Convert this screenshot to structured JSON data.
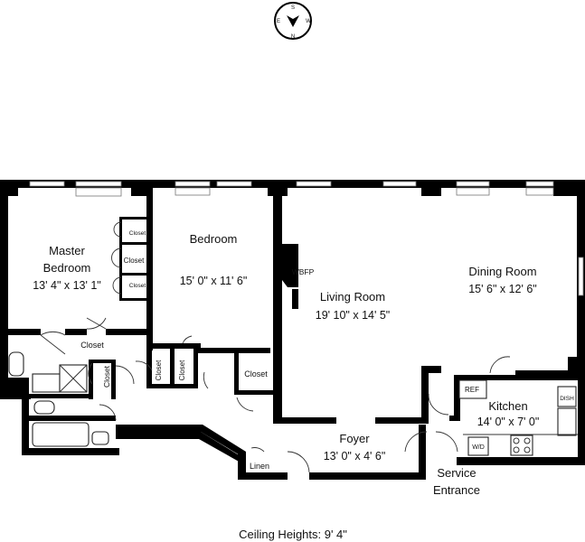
{
  "compass": {
    "n": "N",
    "s": "S",
    "e": "E",
    "w": "W"
  },
  "rooms": {
    "master_bedroom": {
      "name_line1": "Master",
      "name_line2": "Bedroom",
      "dims": "13' 4\" x 13' 1\""
    },
    "bedroom": {
      "name": "Bedroom",
      "dims": "15' 0\" x 11' 6\""
    },
    "living_room": {
      "name": "Living Room",
      "dims": "19' 10\" x 14' 5\""
    },
    "dining_room": {
      "name": "Dining Room",
      "dims": "15' 6\" x 12' 6\""
    },
    "kitchen": {
      "name": "Kitchen",
      "dims": "14' 0\" x 7' 0\""
    },
    "foyer": {
      "name": "Foyer",
      "dims": "13' 0\" x 4' 6\""
    }
  },
  "labels": {
    "wbfp": "WBFP",
    "closet": "Closet",
    "linen": "Linen",
    "ref": "REF",
    "dish": "DISH",
    "wd": "W/D",
    "service_line1": "Service",
    "service_line2": "Entrance"
  },
  "footer": {
    "ceiling_heights": "Ceiling Heights: 9' 4\""
  }
}
